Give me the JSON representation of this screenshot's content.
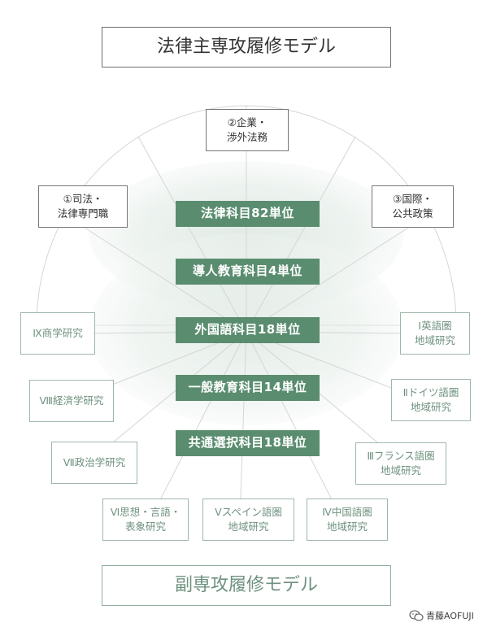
{
  "title": "法律主専攻履修モデル",
  "major_tracks": [
    {
      "label": "①司法・\n法律専門職"
    },
    {
      "label": "②企業・\n渉外法務"
    },
    {
      "label": "③国際・\n公共政策"
    }
  ],
  "core_requirements": [
    {
      "label": "法律科目82単位"
    },
    {
      "label": "導人教育科目4単位"
    },
    {
      "label": "外国語科目18単位"
    },
    {
      "label": "一般教育科目14単位"
    },
    {
      "label": "共通選択科目18単位"
    }
  ],
  "minor_tracks": [
    {
      "label": "Ⅰ英語圏\n地域研究"
    },
    {
      "label": "Ⅱドイツ語圏\n地域研究"
    },
    {
      "label": "Ⅲフランス語圏\n地域研究"
    },
    {
      "label": "Ⅳ中国語圏\n地域研究"
    },
    {
      "label": "Ⅴスペイン語圏\n地域研究"
    },
    {
      "label": "Ⅵ思想・言語・\n表象研究"
    },
    {
      "label": "Ⅶ政治学研究"
    },
    {
      "label": "Ⅷ経済学研究"
    },
    {
      "label": "Ⅸ商学研究"
    }
  ],
  "minor_title": "副専攻履修モデル",
  "watermark": {
    "icon": "wechat-icon",
    "text": "青藤AOFUJI"
  },
  "colors": {
    "core_bar": "#5a8d6f",
    "minor_accent": "#6f927f",
    "major_border": "#777777",
    "guide_lines": "#d3d6d4"
  }
}
